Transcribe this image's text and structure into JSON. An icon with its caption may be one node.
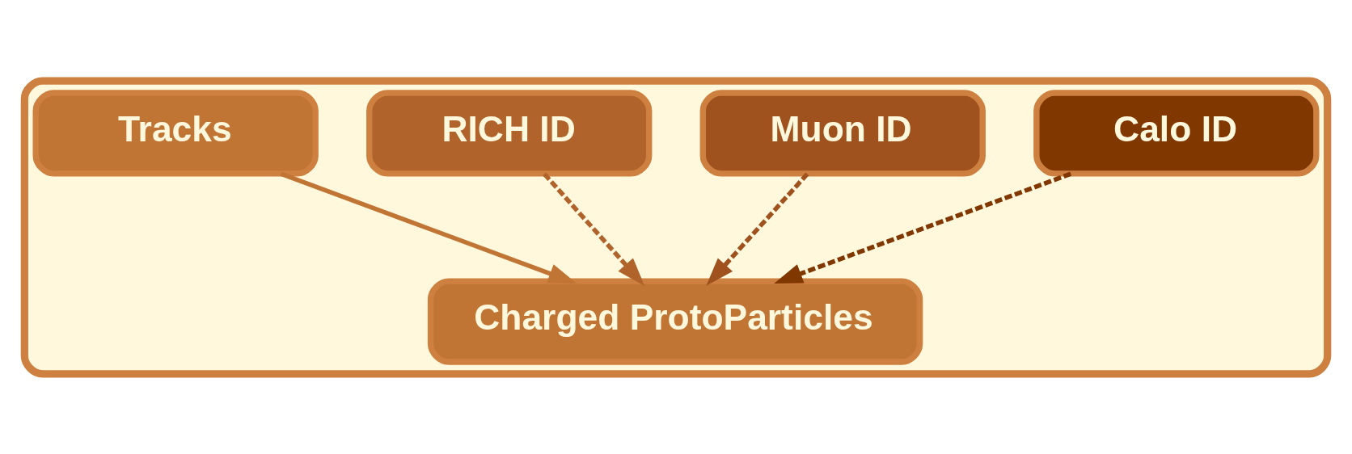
{
  "diagram": {
    "nodes": [
      {
        "text": [],
        "shape": "box"
      },
      {
        "text": [
          "Tracks"
        ],
        "in": 0
      },
      {
        "text": [
          "RICH ID"
        ],
        "in": 0
      },
      {
        "text": [
          "Muon ID"
        ],
        "in": 0
      },
      {
        "text": [
          "Calo ID"
        ],
        "in": 0
      },
      {
        "text": [
          "Charged ProtoParticles"
        ],
        "in": 0
      }
    ],
    "edges": [
      {
        "from": 1,
        "to": 5,
        "arrow": "to",
        "color": "#c07535"
      },
      {
        "from": 2,
        "to": 5,
        "arrow": "to",
        "style": "dashed",
        "color": "#b0632a"
      },
      {
        "from": 3,
        "to": 5,
        "arrow": "to",
        "style": "dashed",
        "color": "#a0521e"
      },
      {
        "from": 4,
        "to": 5,
        "arrow": "to",
        "style": "dashed",
        "color": "#803700"
      }
    ]
  }
}
